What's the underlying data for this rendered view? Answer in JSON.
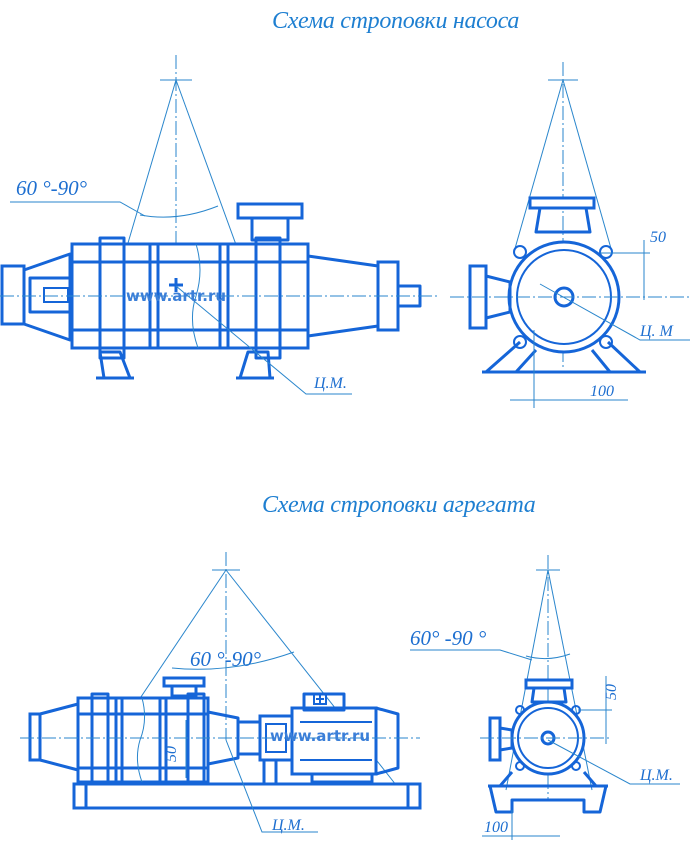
{
  "titles": {
    "pump": "Схема строповки насоса",
    "unit": "Схема строповки агрегата"
  },
  "labels": {
    "angle_top": "60 °-90°",
    "angle_unit_side": "60 °-90°",
    "angle_unit_end": "60° -90 °",
    "cm_top_side": "Ц.М.",
    "cm_top_end": "Ц. М",
    "cm_unit_side": "Ц.М.",
    "cm_unit_end": "Ц.М.",
    "dim_50_top": "50",
    "dim_100_top": "100",
    "dim_50_unit_side": "50",
    "dim_50_unit_end": "50",
    "dim_100_unit_end": "100"
  },
  "watermark": "www.artr.ru",
  "colors": {
    "outline": "#1565d8",
    "thin": "#2a86cc",
    "fill_light": "#ffffff"
  }
}
